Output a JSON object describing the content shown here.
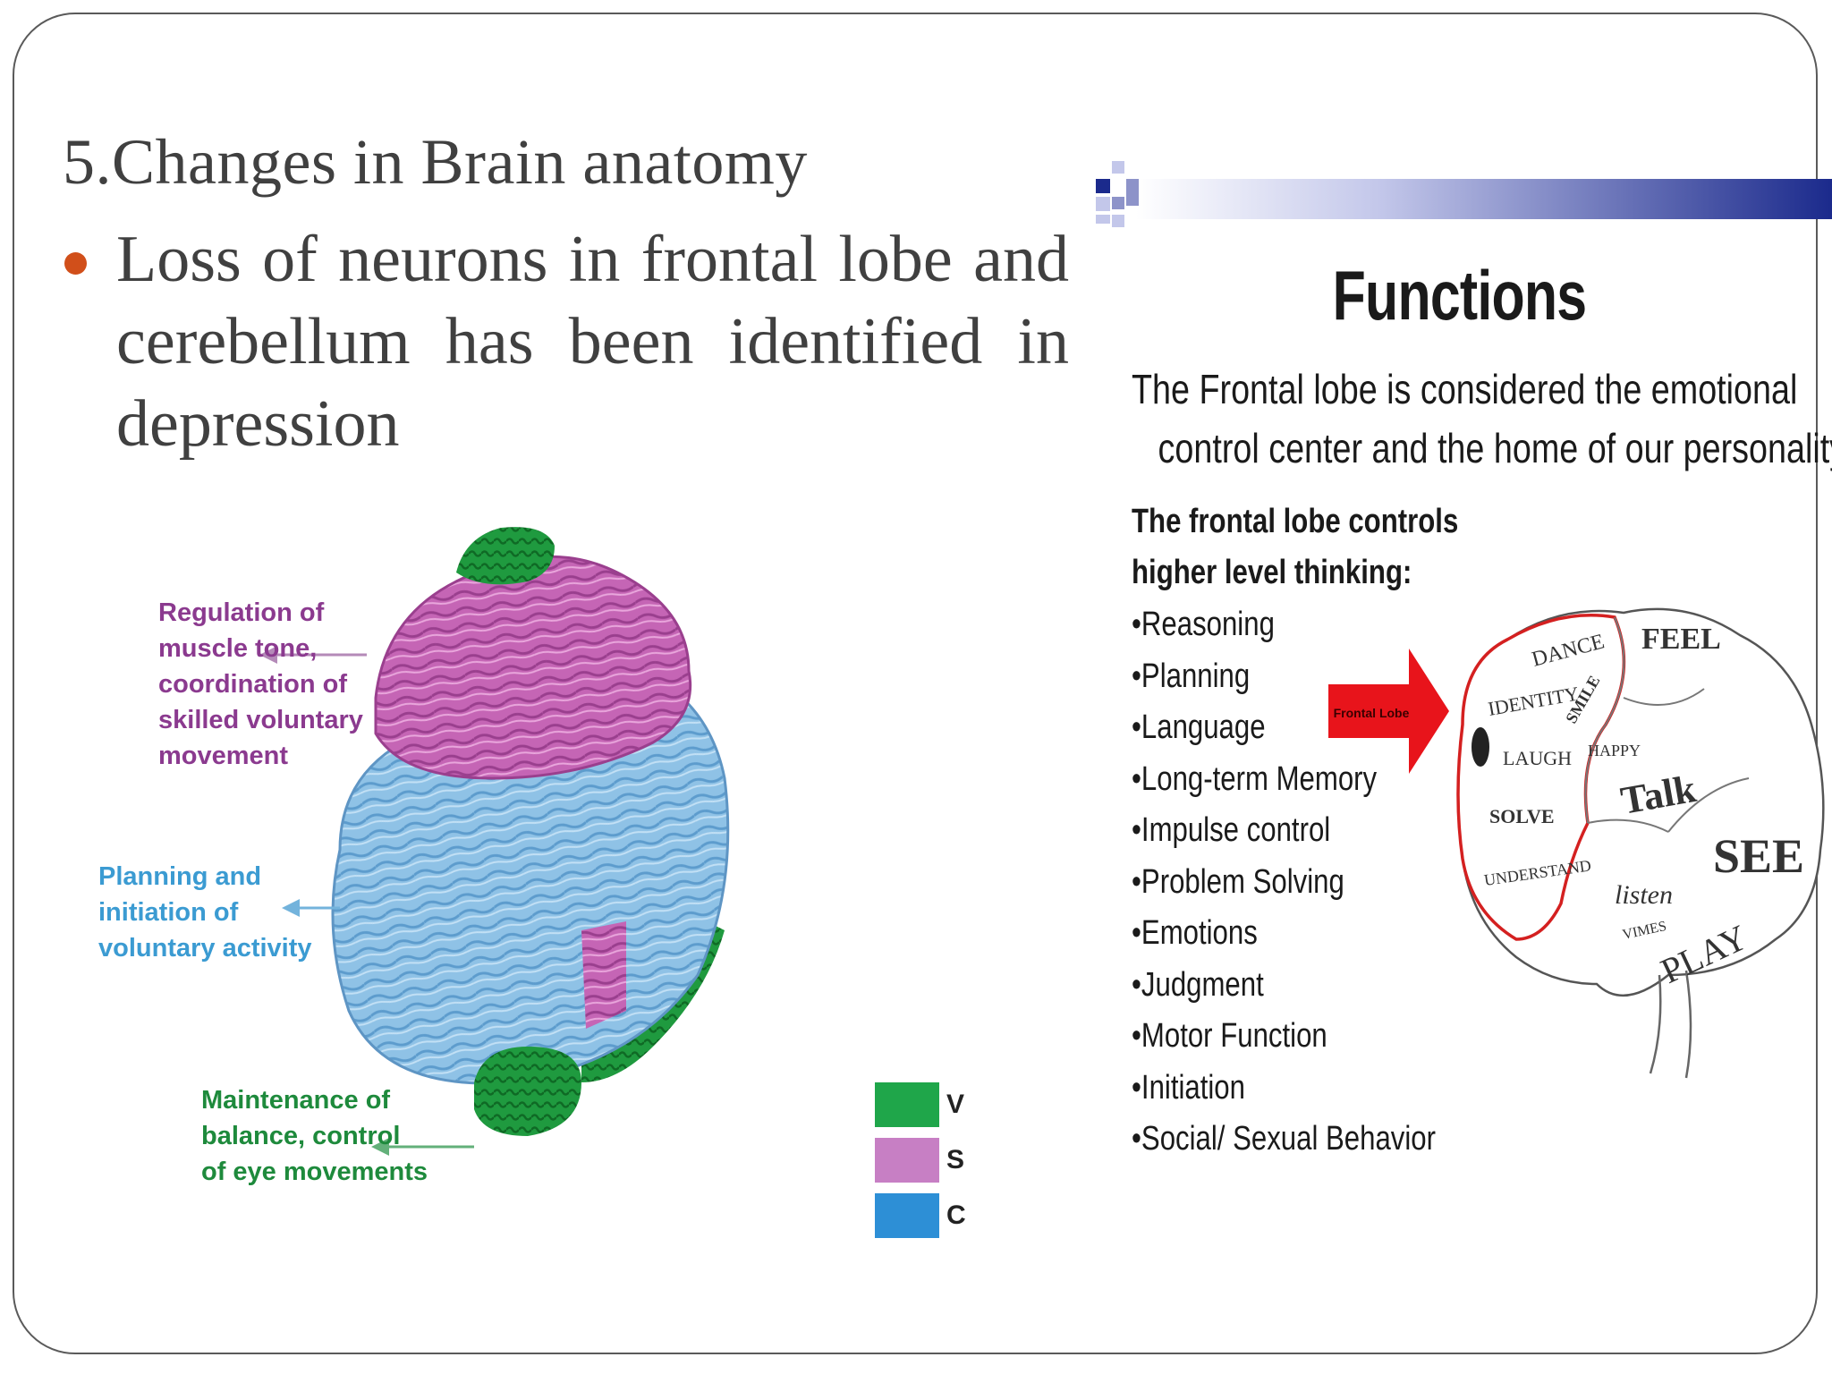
{
  "slide": {
    "title": "5.Changes in Brain anatomy",
    "bullet": "Loss of neurons in frontal lobe and cerebellum has been identified in depression"
  },
  "cerebellum_figure": {
    "labels": {
      "regulation": [
        "Regulation of",
        "muscle tone,",
        "coordination of",
        "skilled voluntary",
        "movement"
      ],
      "planning": [
        "Planning and",
        "initiation of",
        "voluntary activity"
      ],
      "maintenance": [
        "Maintenance of",
        "balance, control",
        "of eye movements"
      ]
    },
    "legend": [
      {
        "letter": "V",
        "color": "#1fa64a"
      },
      {
        "letter": "S",
        "color": "#c77fc4"
      },
      {
        "letter": "C",
        "color": "#2d8fd6"
      }
    ],
    "colors": {
      "regulation": "#8b3a8f",
      "planning": "#3b9bd2",
      "maintenance": "#1e8a3c",
      "pink_lobe": "#c565b5",
      "blue_lobe": "#8fc2e6",
      "green_part": "#1f9a3f"
    }
  },
  "functions_panel": {
    "heading": "Functions",
    "intro": [
      "The Frontal lobe is considered the emotional",
      "control center and the home of our personality."
    ],
    "controls_heading": [
      "The frontal lobe controls",
      "higher level thinking:"
    ],
    "items": [
      "•Reasoning",
      "•Planning",
      "•Language",
      "•Long-term Memory",
      "•Impulse control",
      "•Problem Solving",
      "•Emotions",
      "•Judgment",
      "•Motor Function",
      "•Initiation",
      "•Social/ Sexual Behavior"
    ],
    "arrow_label": "Frontal Lobe",
    "brain_words": [
      "DANCE",
      "FEEL",
      "IDENTITY",
      "LAUGH",
      "SMILE",
      "HAPPY",
      "Talk",
      "SOLVE",
      "UNDERSTAND",
      "listen",
      "SEE",
      "PLAY",
      "VIMES"
    ],
    "colors": {
      "banner_dark": "#1b2a8c",
      "arrow": "#e8141b",
      "outline": "#d42020"
    }
  }
}
